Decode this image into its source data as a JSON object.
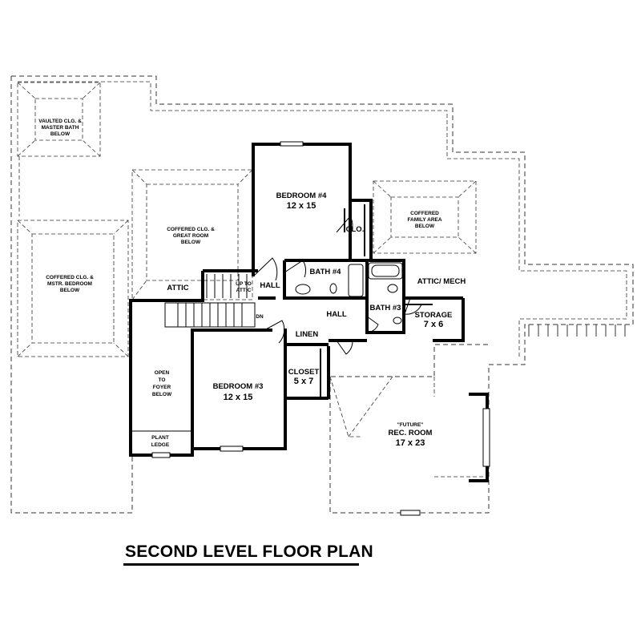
{
  "title": "SECOND LEVEL FLOOR PLAN",
  "rooms": {
    "bedroom4": {
      "name": "BEDROOM #4",
      "size": "12 x 15"
    },
    "bedroom3": {
      "name": "BEDROOM #3",
      "size": "12 x 15"
    },
    "rec_room": {
      "line1": "\"FUTURE\"",
      "name": "REC. ROOM",
      "size": "17 x 23"
    },
    "storage": {
      "name": "STORAGE",
      "size": "7 x 6"
    },
    "closet": {
      "name": "CLOSET",
      "size": "5 x 7"
    },
    "bath4": "BATH #4",
    "bath3": "BATH #3",
    "hall_upper": "HALL",
    "hall_main": "HALL",
    "linen": "LINEN",
    "clo": "CLO.",
    "attic": "ATTIC",
    "attic_mech": "ATTIC/ MECH",
    "up_to_attic": [
      "UP TO",
      "ATTIC"
    ],
    "dn": "DN",
    "open_to_foyer": [
      "OPEN",
      "TO",
      "FOYER",
      "BELOW"
    ],
    "plant_ledge": [
      "PLANT",
      "LEDGE"
    ]
  },
  "notes": {
    "vaulted": [
      "VAULTED CLG. &",
      "MASTER BATH",
      "BELOW"
    ],
    "coffered_great": [
      "COFFERED CLG. &",
      "GREAT ROOM",
      "BELOW"
    ],
    "coffered_master": [
      "COFFERED CLG. &",
      "MSTR. BEDROOM",
      "BELOW"
    ],
    "coffered_family": [
      "COFFERED",
      "FAMILY AREA",
      "BELOW"
    ]
  }
}
